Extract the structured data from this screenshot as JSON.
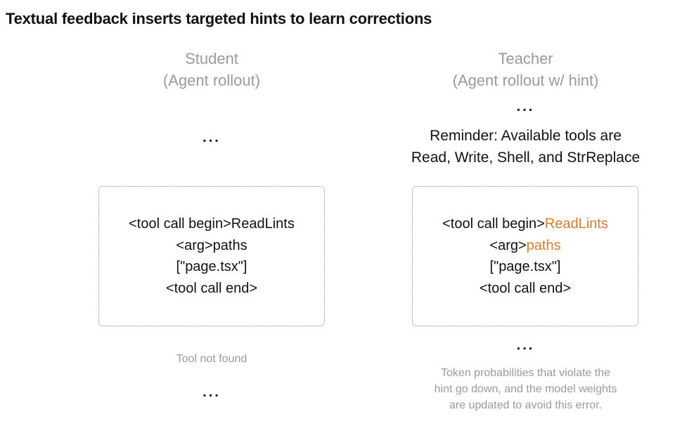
{
  "title": "Textual feedback inserts targeted hints to learn corrections",
  "student": {
    "heading_line1": "Student",
    "heading_line2": "(Agent rollout)",
    "ellipsis_top": "...",
    "code": {
      "line1_prefix": "<tool call begin>",
      "line1_tool": "ReadLints",
      "line2_prefix": "<arg>",
      "line2_arg": "paths",
      "line3": "[\"page.tsx\"]",
      "line4": "<tool call end>"
    },
    "feedback": "Tool not found",
    "ellipsis_bottom": "..."
  },
  "teacher": {
    "heading_line1": "Teacher",
    "heading_line2": "(Agent rollout w/ hint)",
    "ellipsis_top": "...",
    "reminder_line1": "Reminder: Available tools are",
    "reminder_line2": "Read, Write, Shell, and StrReplace",
    "code": {
      "line1_prefix": "<tool call begin>",
      "line1_tool": "ReadLints",
      "line2_prefix": "<arg>",
      "line2_arg": "paths",
      "line3": "[\"page.tsx\"]",
      "line4": "<tool call end>"
    },
    "ellipsis_bottom": "...",
    "note_line1": "Token probabilities that violate the",
    "note_line2": "hint go down, and the model weights",
    "note_line3": "are updated to avoid this error."
  },
  "colors": {
    "highlight": "#e07b2a",
    "muted": "#9a9a9a",
    "text": "#111111"
  }
}
